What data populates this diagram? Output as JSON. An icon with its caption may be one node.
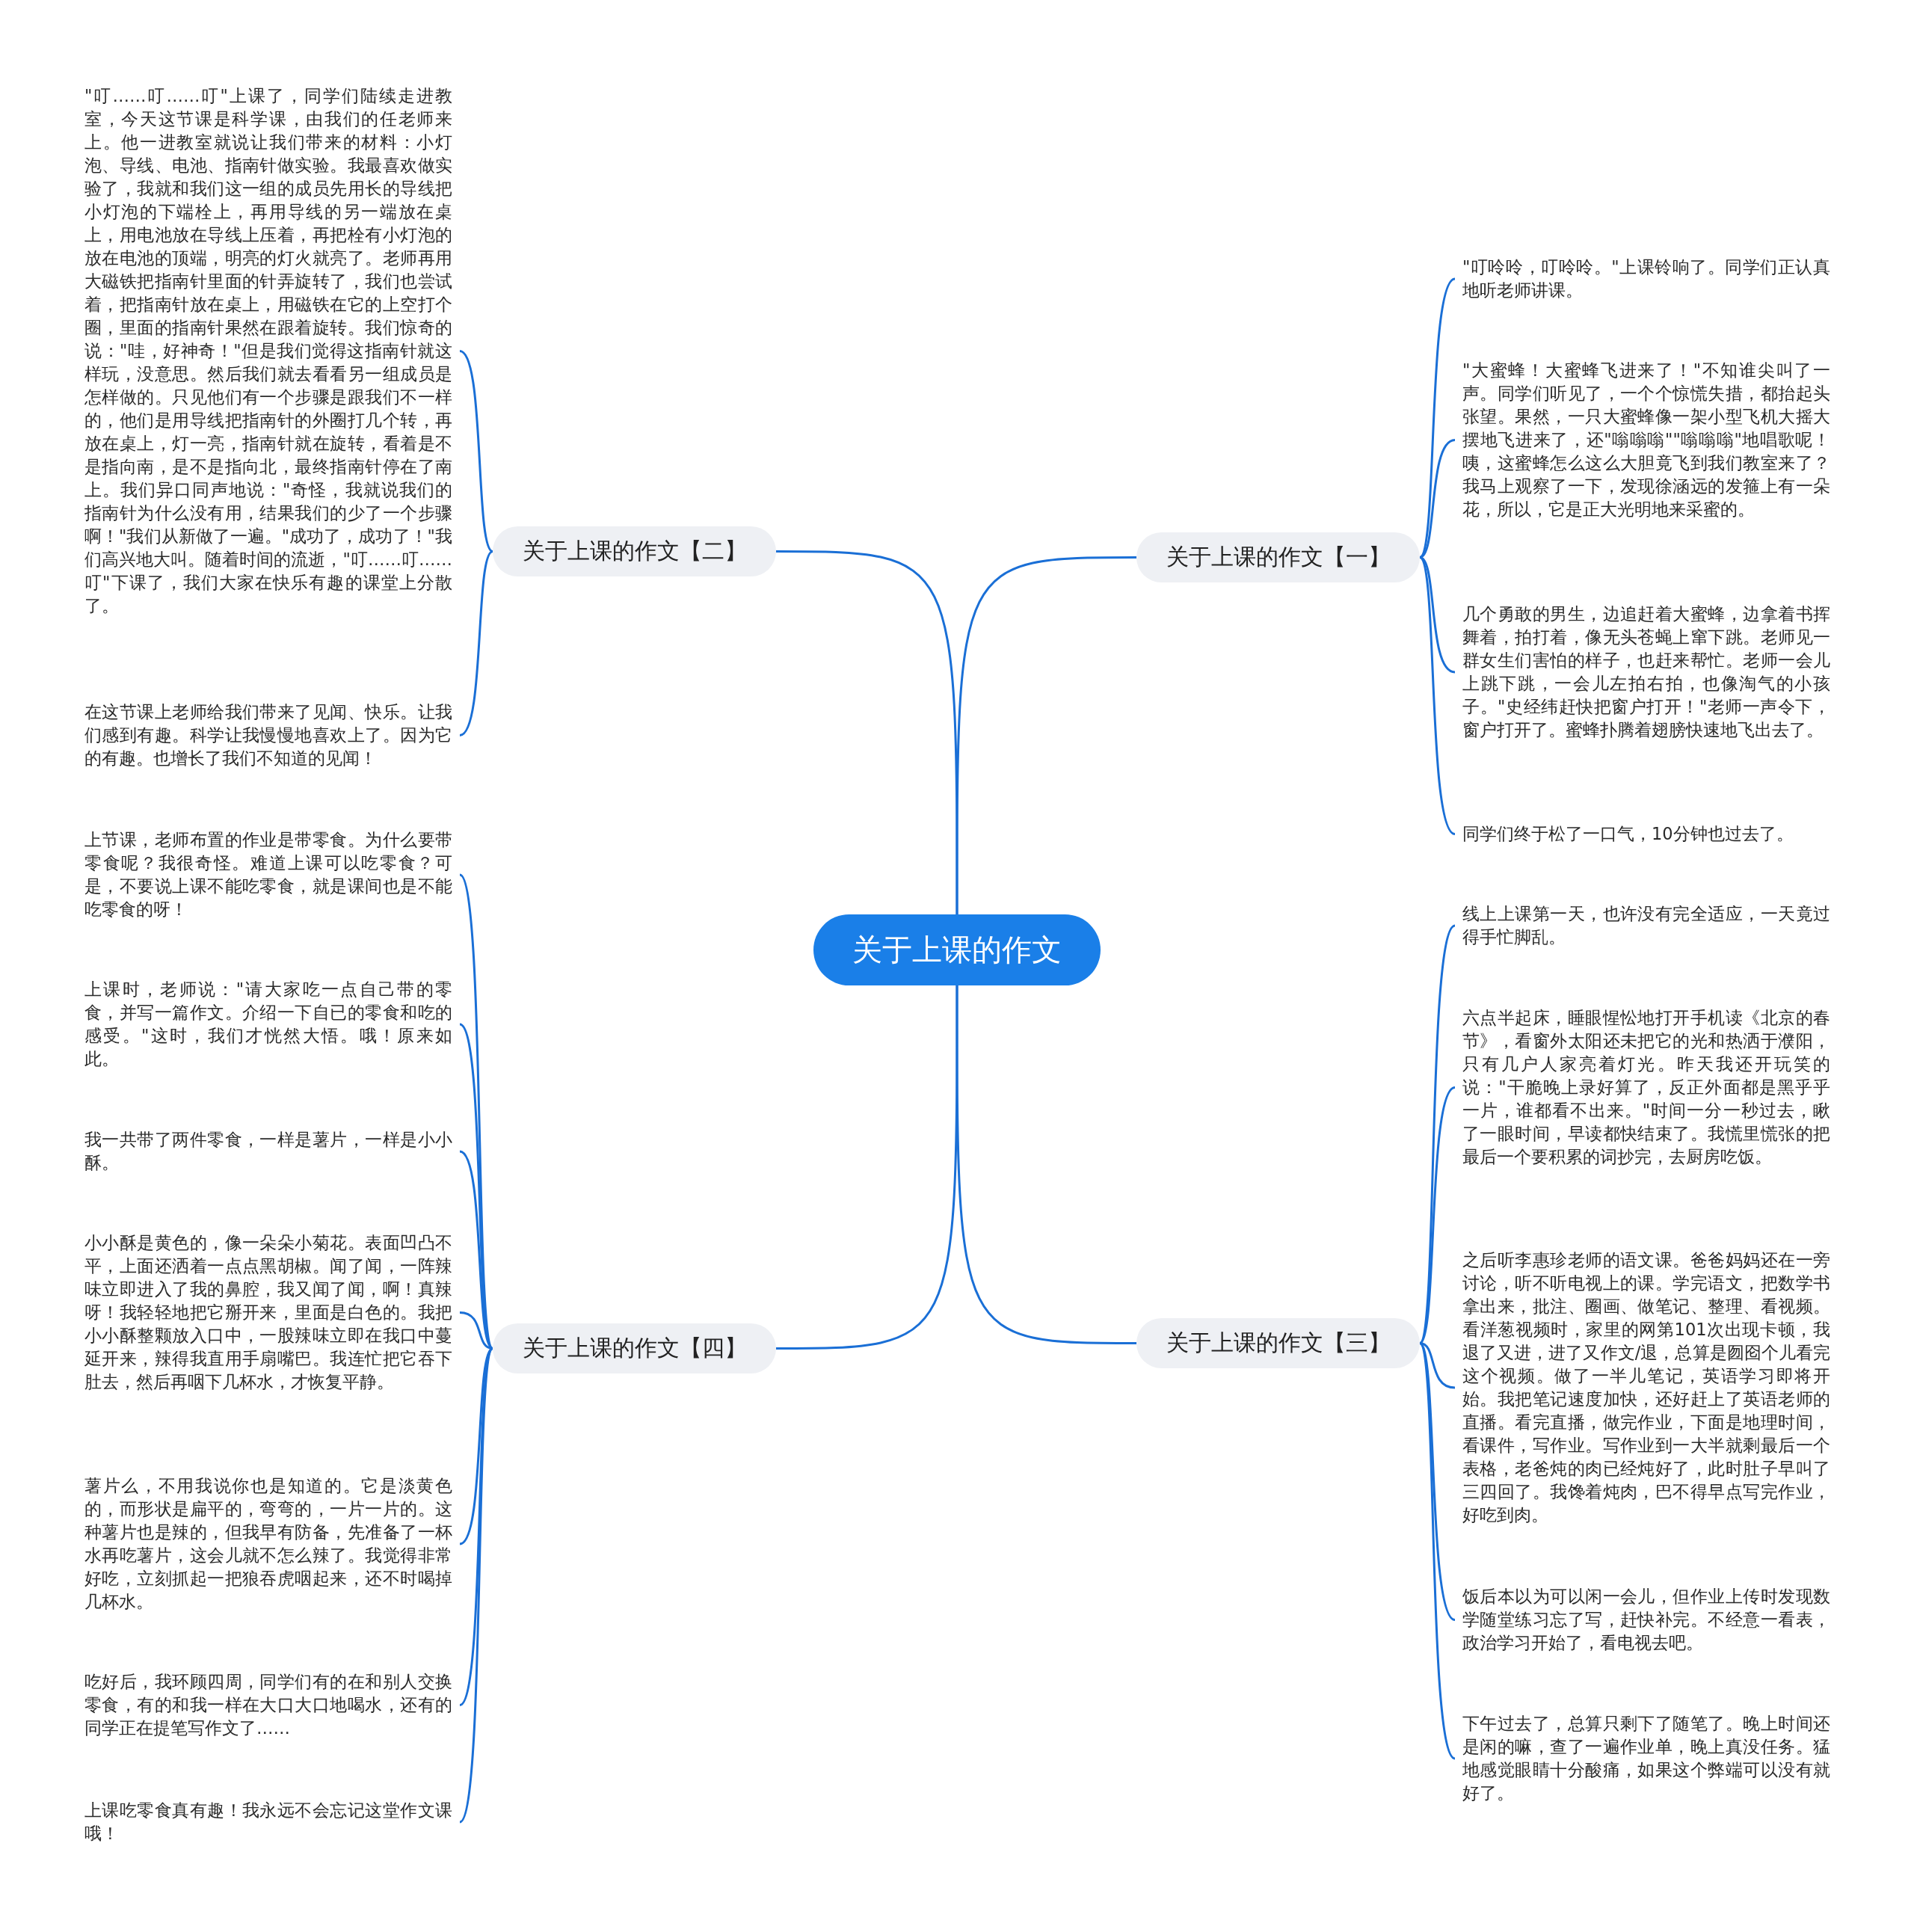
{
  "diagram": {
    "nodes": [
      {
        "text": [
          "关于上课的作文"
        ]
      },
      {
        "text": [
          "关于上课的作文【二】"
        ]
      },
      {
        "text": [
          "\"叮……叮……叮\"上课了，同学们陆续走进教室，今天这节课是科学课，由我们的任老师来上。他一进教室就说让我们带来的材料：小灯泡、导线、电池、指南针做实验。我最喜欢做实验了，我就和我们这一组的成员先用长的导线把小灯泡的下端栓上，再用导线的另一端放在桌上，用电池放在导线上压着，再把栓有小灯泡的放在电池的顶端，明亮的灯火就亮了。老师再用大磁铁把指南针里面的针弄旋转了，我们也尝试着，把指南针放在桌上，用磁铁在它的上空打个圈，里面的指南针果然在跟着旋转。我们惊奇的说：\"哇，好神奇！\"但是我们觉得这指南针就这样玩，没意思。然后我们就去看看另一组成员是怎样做的。只见他们有一个步骤是跟我们不一样的，他们是用导线把指南针的外圈打几个转，再放在桌上，灯一亮，指南针就在旋转，看着是不是指向南，是不是指向北，最终指南针停在了南上。我们异口同声地说：\"奇怪，我就说我们的指南针为什么没有用，结果我们的少了一个步骤啊！\"我们从新做了一遍。\"成功了，成功了！\"我们高兴地大叫。随着时间的流逝，\"叮……叮……叮\"下课了，我们大家在快乐有趣的课堂上分散了。"
        ]
      },
      {
        "text": [
          "在这节课上老师给我们带来了见闻、快乐。让我们感到有趣。科学让我慢慢地喜欢上了。因为它的有趣。也增长了我们不知道的见闻！"
        ]
      },
      {
        "text": [
          "关于上课的作文【一】"
        ]
      },
      {
        "text": [
          "\"叮呤呤，叮呤呤。\"上课铃响了。同学们正认真地听老师讲课。"
        ]
      },
      {
        "text": [
          "\"大蜜蜂！大蜜蜂飞进来了！\"不知谁尖叫了一声。同学们听见了，一个个惊慌失措，都抬起头张望。果然，一只大蜜蜂像一架小型飞机大摇大摆地飞进来了，还\"嗡嗡嗡\"\"嗡嗡嗡\"地唱歌呢！咦，这蜜蜂怎么这么大胆竟飞到我们教室来了？我马上观察了一下，发现徐涵远的发箍上有一朵花，所以，它是正大光明地来采蜜的。"
        ]
      },
      {
        "text": [
          "几个勇敢的男生，边追赶着大蜜蜂，边拿着书挥舞着，拍打着，像无头苍蝇上窜下跳。老师见一群女生们害怕的样子，也赶来帮忙。老师一会儿上跳下跳，一会儿左拍右拍，也像淘气的小孩子。\"史经纬赶快把窗户打开！\"老师一声令下，窗户打开了。蜜蜂扑腾着翅膀快速地飞出去了。"
        ]
      },
      {
        "text": [
          "同学们终于松了一口气，10分钟也过去了。"
        ]
      },
      {
        "text": [
          "关于上课的作文【四】"
        ]
      },
      {
        "text": [
          "上节课，老师布置的作业是带零食。为什么要带零食呢？我很奇怪。难道上课可以吃零食？可是，不要说上课不能吃零食，就是课间也是不能吃零食的呀！"
        ]
      },
      {
        "text": [
          "上课时，老师说：\"请大家吃一点自己带的零食，并写一篇作文。介绍一下自已的零食和吃的感受。\"这时，我们才恍然大悟。哦！原来如此。"
        ]
      },
      {
        "text": [
          "我一共带了两件零食，一样是薯片，一样是小小酥。"
        ]
      },
      {
        "text": [
          "小小酥是黄色的，像一朵朵小菊花。表面凹凸不平，上面还洒着一点点黑胡椒。闻了闻，一阵辣味立即进入了我的鼻腔，我又闻了闻，啊！真辣呀！我轻轻地把它掰开来，里面是白色的。我把小小酥整颗放入口中，一股辣味立即在我口中蔓延开来，辣得我直用手扇嘴巴。我连忙把它吞下肚去，然后再咽下几杯水，才恢复平静。"
        ]
      },
      {
        "text": [
          "薯片么，不用我说你也是知道的。它是淡黄色的，而形状是扁平的，弯弯的，一片一片的。这种薯片也是辣的，但我早有防备，先准备了一杯水再吃薯片，这会儿就不怎么辣了。我觉得非常好吃，立刻抓起一把狼吞虎咽起来，还不时喝掉几杯水。"
        ]
      },
      {
        "text": [
          "吃好后，我环顾四周，同学们有的在和别人交换零食，有的和我一样在大口大口地喝水，还有的同学正在提笔写作文了……"
        ]
      },
      {
        "text": [
          "上课吃零食真有趣！我永远不会忘记这堂作文课哦！"
        ]
      },
      {
        "text": [
          "关于上课的作文【三】"
        ]
      },
      {
        "text": [
          "线上上课第一天，也许没有完全适应，一天竟过得手忙脚乱。"
        ]
      },
      {
        "text": [
          "六点半起床，睡眼惺忪地打开手机读《北京的春节》，看窗外太阳还未把它的光和热洒于濮阳，只有几户人家亮着灯光。昨天我还开玩笑的说：\"干脆晚上录好算了，反正外面都是黑乎乎一片，谁都看不出来。\"时间一分一秒过去，瞅了一眼时间，早读都快结束了。我慌里慌张的把最后一个要积累的词抄完，去厨房吃饭。"
        ]
      },
      {
        "text": [
          "之后听李惠珍老师的语文课。爸爸妈妈还在一旁讨论，听不听电视上的课。学完语文，把数学书拿出来，批注、圈画、做笔记、整理、看视频。看洋葱视频时，家里的网第101次出现卡顿，我退了又进，进了又作文/退，总算是囫囵个儿看完这个视频。做了一半儿笔记，英语学习即将开始。我把笔记速度加快，还好赶上了英语老师的直播。看完直播，做完作业，下面是地理时间，看课件，写作业。写作业到一大半就剩最后一个表格，老爸炖的肉已经炖好了，此时肚子早叫了三四回了。我馋着炖肉，巴不得早点写完作业，好吃到肉。"
        ]
      },
      {
        "text": [
          "饭后本以为可以闲一会儿，但作业上传时发现数学随堂练习忘了写，赶快补完。不经意一看表，政治学习开始了，看电视去吧。"
        ]
      },
      {
        "text": [
          "下午过去了，总算只剩下了随笔了。晚上时间还是闲的嘛，查了一遍作业单，晚上真没任务。猛地感觉眼睛十分酸痛，如果这个弊端可以没有就好了。"
        ]
      }
    ],
    "edges": [
      {
        "from": 0,
        "to": 1,
        "arrow": "none"
      },
      {
        "from": 1,
        "to": 2,
        "arrow": "none"
      },
      {
        "from": 1,
        "to": 3,
        "arrow": "none"
      },
      {
        "from": 0,
        "to": 4,
        "arrow": "none"
      },
      {
        "from": 4,
        "to": 5,
        "arrow": "none"
      },
      {
        "from": 4,
        "to": 6,
        "arrow": "none"
      },
      {
        "from": 4,
        "to": 7,
        "arrow": "none"
      },
      {
        "from": 4,
        "to": 8,
        "arrow": "none"
      },
      {
        "from": 0,
        "to": 9,
        "arrow": "none"
      },
      {
        "from": 9,
        "to": 10,
        "arrow": "none"
      },
      {
        "from": 9,
        "to": 11,
        "arrow": "none"
      },
      {
        "from": 9,
        "to": 12,
        "arrow": "none"
      },
      {
        "from": 9,
        "to": 13,
        "arrow": "none"
      },
      {
        "from": 9,
        "to": 14,
        "arrow": "none"
      },
      {
        "from": 9,
        "to": 15,
        "arrow": "none"
      },
      {
        "from": 9,
        "to": 16,
        "arrow": "none"
      },
      {
        "from": 0,
        "to": 17,
        "arrow": "none"
      },
      {
        "from": 17,
        "to": 18,
        "arrow": "none"
      },
      {
        "from": 17,
        "to": 19,
        "arrow": "none"
      },
      {
        "from": 17,
        "to": 20,
        "arrow": "none"
      },
      {
        "from": 17,
        "to": 21,
        "arrow": "none"
      },
      {
        "from": 17,
        "to": 22,
        "arrow": "none"
      }
    ]
  }
}
